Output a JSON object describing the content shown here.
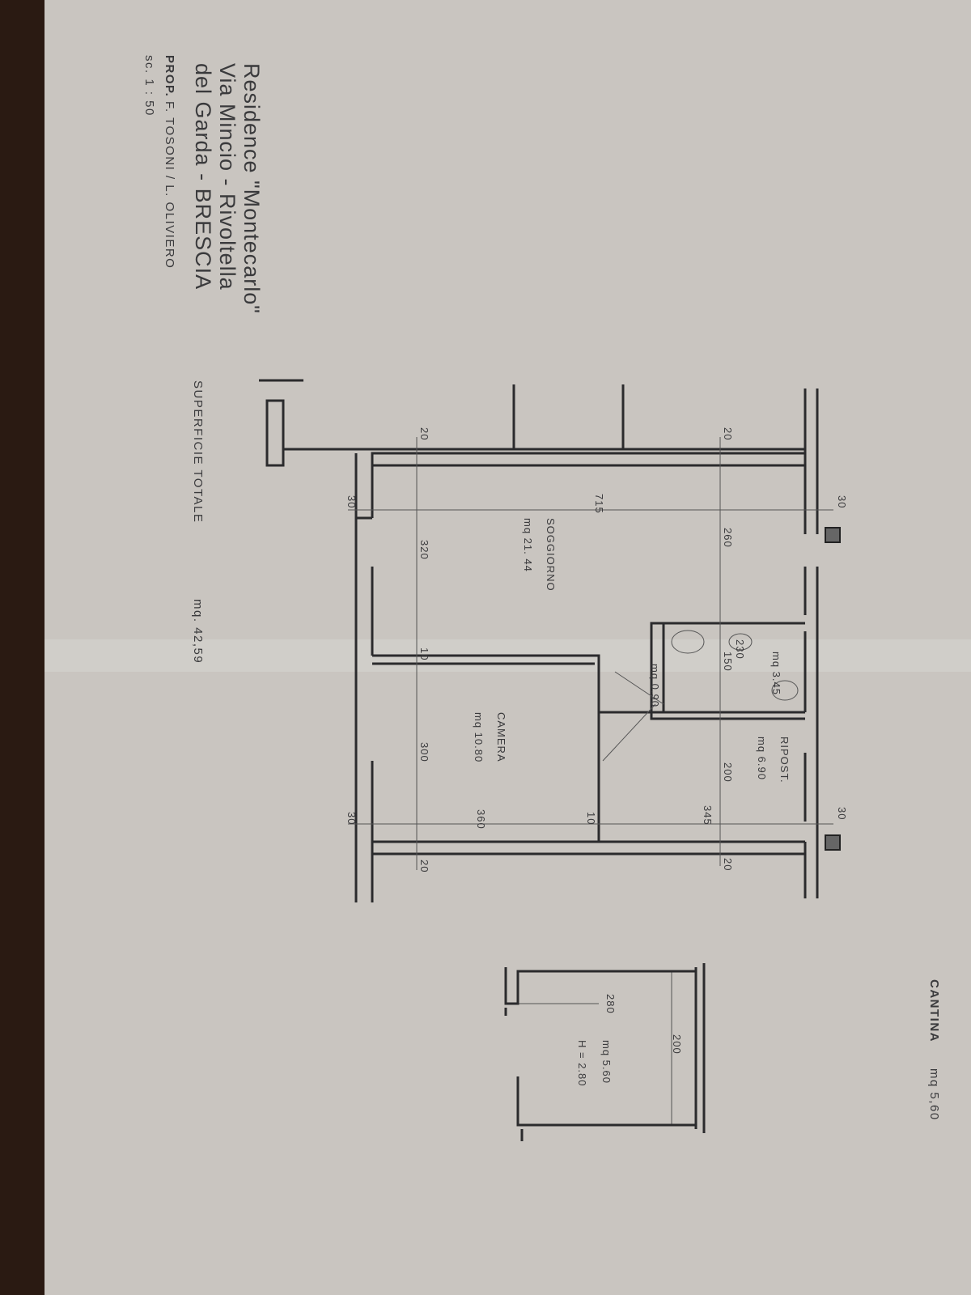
{
  "title": {
    "line1": "Residence   \"Montecarlo\"",
    "line2": "Via Mincio   -  Rivoltella",
    "line3": "del  Garda  -  BRESCIA"
  },
  "owner": {
    "label": "PROP.",
    "names": "F. TOSONI / L. OLIVIERO"
  },
  "scale": "sc. 1 : 50",
  "total": {
    "label": "SUPERFICIE  TOTALE",
    "value": "mq. 42,59"
  },
  "cantina": {
    "label": "CANTINA",
    "value": "mq 5,60",
    "area": "mq 5.60",
    "height": "H = 2.80",
    "dim_w": "280",
    "dim_d": "200"
  },
  "rooms": {
    "soggiorno": {
      "name": "SOGGIORNO",
      "area": "mq 21. 44"
    },
    "camera": {
      "name": "CAMERA",
      "area": "mq 10.80"
    },
    "ripostiglio": {
      "name": "RIPOST.",
      "area": "mq 6.90"
    },
    "bagno": {
      "area": "mq 3.45"
    },
    "disimpegno": {
      "area": "mq 0.90"
    }
  },
  "dimensions": {
    "d30a": "30",
    "d30b": "30",
    "d30c": "30",
    "d30d": "30",
    "d715": "715",
    "d20a": "20",
    "d260": "260",
    "d20b": "20",
    "d320": "320",
    "d230": "230",
    "d150": "150",
    "d10a": "10",
    "d200": "200",
    "d300": "300",
    "d345": "345",
    "d360": "360",
    "d10b": "10",
    "d20c": "20",
    "d20d": "20"
  }
}
